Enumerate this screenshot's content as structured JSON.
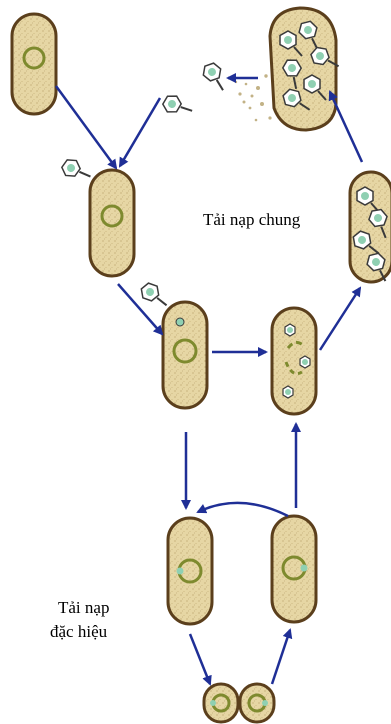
{
  "labels": {
    "general_transduction": "Tải nạp chung",
    "specialized_transduction_line1": "Tải nạp",
    "specialized_transduction_line2": "đặc hiệu"
  },
  "colors": {
    "cell_fill": "#e6d6a4",
    "cell_outline": "#5b3f1c",
    "dna_ring": "#7e8a2e",
    "phage_head": "#8fd0b2",
    "arrow": "#1f2f96",
    "text": "#000000"
  },
  "icons": [
    "bacterium-cell",
    "phage-particle",
    "bacterial-chromosome-ring",
    "flow-arrow"
  ]
}
